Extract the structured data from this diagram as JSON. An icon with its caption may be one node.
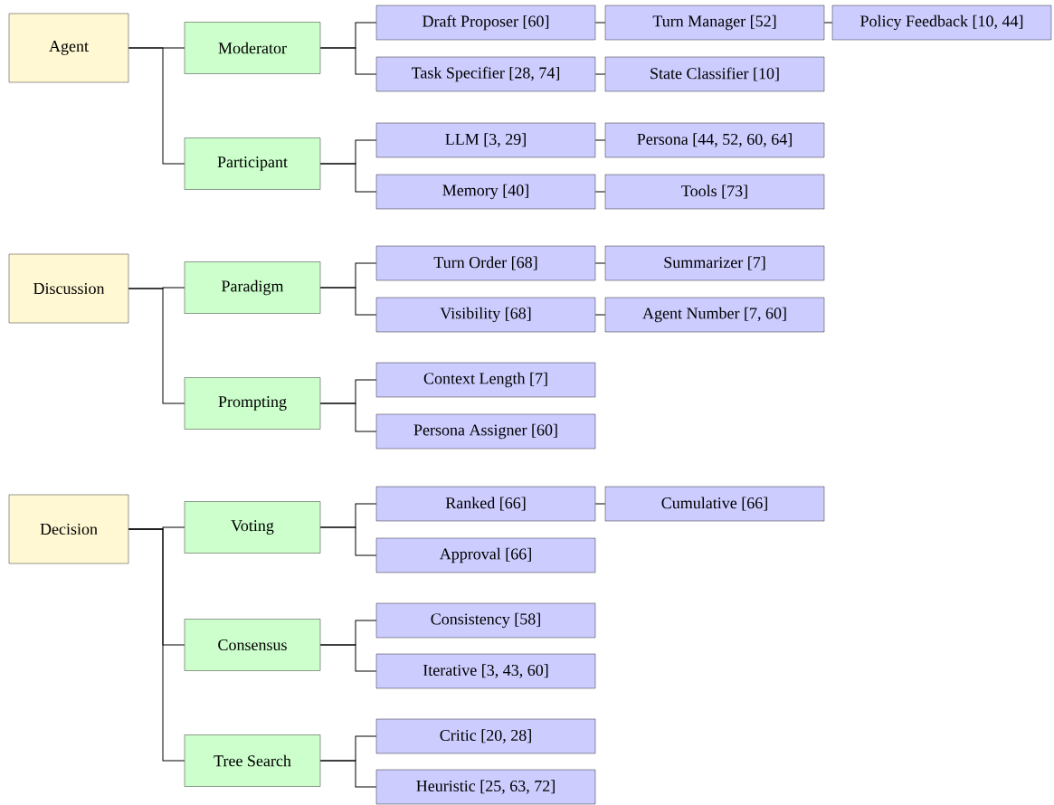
{
  "diagram": {
    "nodes": [
      {
        "text": [
          "Agent"
        ]
      },
      {
        "text": [
          "Moderator"
        ]
      },
      {
        "text": [
          "Draft Proposer [60]"
        ]
      },
      {
        "text": [
          "Turn Manager [52]"
        ]
      },
      {
        "text": [
          "Policy Feedback [10, 44]"
        ]
      },
      {
        "text": [
          "Task Specifier [28, 74]"
        ]
      },
      {
        "text": [
          "State Classifier [10]"
        ]
      },
      {
        "text": [
          "Participant"
        ]
      },
      {
        "text": [
          "LLM [3, 29]"
        ]
      },
      {
        "text": [
          "Persona [44, 52, 60, 64]"
        ]
      },
      {
        "text": [
          "Memory [40]"
        ]
      },
      {
        "text": [
          "Tools [73]"
        ]
      },
      {
        "text": [
          "Discussion"
        ]
      },
      {
        "text": [
          "Paradigm"
        ]
      },
      {
        "text": [
          "Turn Order [68]"
        ]
      },
      {
        "text": [
          "Summarizer [7]"
        ]
      },
      {
        "text": [
          "Visibility [68]"
        ]
      },
      {
        "text": [
          "Agent Number [7, 60]"
        ]
      },
      {
        "text": [
          "Prompting"
        ]
      },
      {
        "text": [
          "Context Length [7]"
        ]
      },
      {
        "text": [
          "Persona Assigner [60]"
        ]
      },
      {
        "text": [
          "Decision"
        ]
      },
      {
        "text": [
          "Voting"
        ]
      },
      {
        "text": [
          "Ranked [66]"
        ]
      },
      {
        "text": [
          "Cumulative [66]"
        ]
      },
      {
        "text": [
          "Approval [66]"
        ]
      },
      {
        "text": [
          "Consensus"
        ]
      },
      {
        "text": [
          "Consistency [58]"
        ]
      },
      {
        "text": [
          "Iterative [3, 43, 60]"
        ]
      },
      {
        "text": [
          "Tree Search"
        ]
      },
      {
        "text": [
          "Critic [20, 28]"
        ]
      },
      {
        "text": [
          "Heuristic [25, 63, 72]"
        ]
      }
    ],
    "edges": [
      {
        "from": 0,
        "to": 1,
        "arrow": "none"
      },
      {
        "from": 0,
        "to": 7,
        "arrow": "none"
      },
      {
        "from": 1,
        "to": 2,
        "arrow": "none"
      },
      {
        "from": 1,
        "to": 5,
        "arrow": "none"
      },
      {
        "from": 2,
        "to": 3,
        "arrow": "none"
      },
      {
        "from": 3,
        "to": 4,
        "arrow": "none"
      },
      {
        "from": 5,
        "to": 6,
        "arrow": "none"
      },
      {
        "from": 7,
        "to": 8,
        "arrow": "none"
      },
      {
        "from": 7,
        "to": 10,
        "arrow": "none"
      },
      {
        "from": 8,
        "to": 9,
        "arrow": "none"
      },
      {
        "from": 10,
        "to": 11,
        "arrow": "none"
      },
      {
        "from": 12,
        "to": 13,
        "arrow": "none"
      },
      {
        "from": 12,
        "to": 18,
        "arrow": "none"
      },
      {
        "from": 13,
        "to": 14,
        "arrow": "none"
      },
      {
        "from": 13,
        "to": 16,
        "arrow": "none"
      },
      {
        "from": 14,
        "to": 15,
        "arrow": "none"
      },
      {
        "from": 16,
        "to": 17,
        "arrow": "none"
      },
      {
        "from": 18,
        "to": 19,
        "arrow": "none"
      },
      {
        "from": 18,
        "to": 20,
        "arrow": "none"
      },
      {
        "from": 21,
        "to": 22,
        "arrow": "none"
      },
      {
        "from": 21,
        "to": 26,
        "arrow": "none"
      },
      {
        "from": 21,
        "to": 29,
        "arrow": "none"
      },
      {
        "from": 22,
        "to": 23,
        "arrow": "none"
      },
      {
        "from": 22,
        "to": 25,
        "arrow": "none"
      },
      {
        "from": 23,
        "to": 24,
        "arrow": "none"
      },
      {
        "from": 26,
        "to": 27,
        "arrow": "none"
      },
      {
        "from": 26,
        "to": 28,
        "arrow": "none"
      },
      {
        "from": 29,
        "to": 30,
        "arrow": "none"
      },
      {
        "from": 29,
        "to": 31,
        "arrow": "none"
      }
    ]
  }
}
